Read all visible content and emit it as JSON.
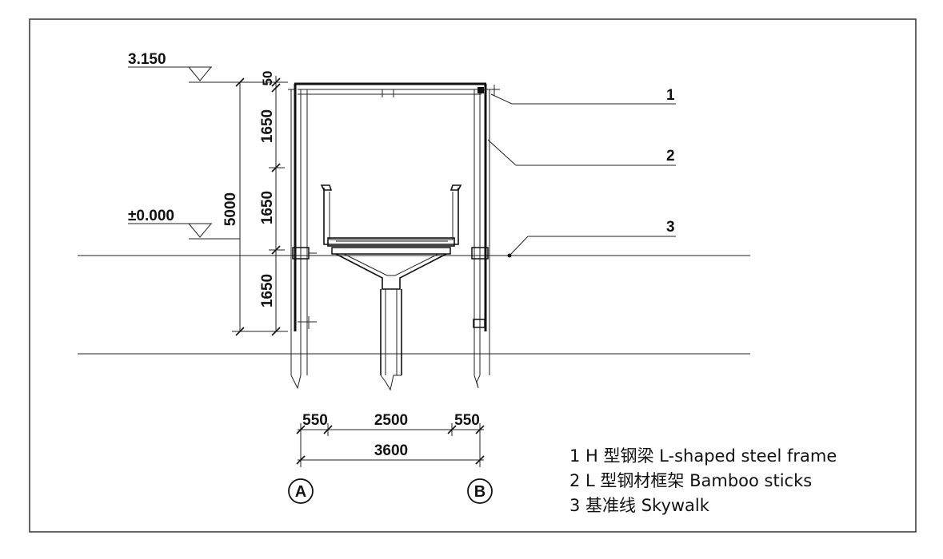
{
  "elevations": {
    "top": "3.150",
    "zero": "±0.000"
  },
  "vertical_dims": {
    "d50": "50",
    "d1": "1650",
    "d2": "1650",
    "d3": "1650",
    "total": "5000"
  },
  "horizontal_dims": {
    "left": "550",
    "middle": "2500",
    "right": "550",
    "total": "3600"
  },
  "axes": {
    "a": "A",
    "b": "B"
  },
  "callouts": [
    "1",
    "2",
    "3"
  ],
  "legend": [
    "1  H 型钢梁 L-shaped steel frame",
    "2  L 型钢材框架 Bamboo sticks",
    "3  基准线 Skywalk"
  ]
}
